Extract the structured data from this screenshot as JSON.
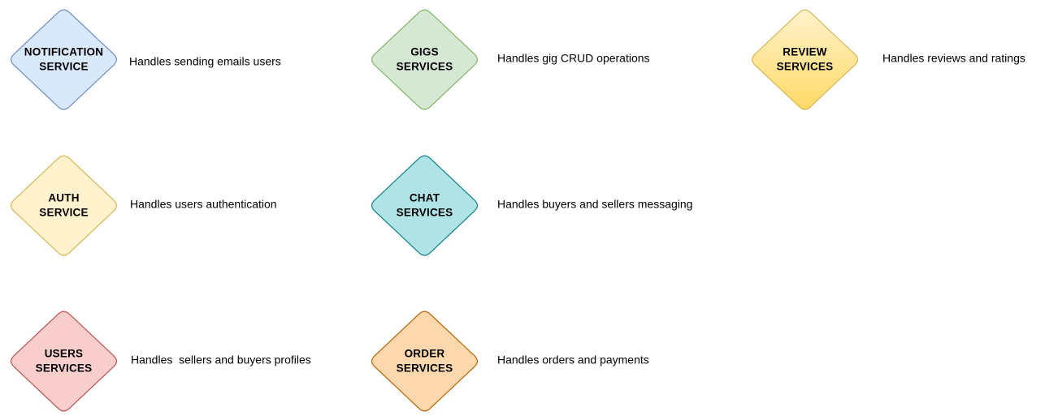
{
  "services": [
    {
      "id": "notification",
      "line1": "NOTIFICATION",
      "line2": "SERVICE",
      "description": "Handles sending emails users",
      "fill": "#dae8fc",
      "stroke": "#6c8ebf"
    },
    {
      "id": "gigs",
      "line1": "GIGS",
      "line2": "SERVICES",
      "description": "Handles gig CRUD operations",
      "fill": "#d5e8d4",
      "stroke": "#82b366"
    },
    {
      "id": "review",
      "line1": "REVIEW",
      "line2": "SERVICES",
      "description": "Handles reviews and ratings",
      "fill": "#fff2cc",
      "fill_end": "#ffd966",
      "stroke": "#d6b656"
    },
    {
      "id": "auth",
      "line1": "AUTH",
      "line2": "SERVICE",
      "description": "Handles users authentication",
      "fill": "#fff2cc",
      "stroke": "#d6b656"
    },
    {
      "id": "chat",
      "line1": "CHAT",
      "line2": "SERVICES",
      "description": "Handles buyers and sellers messaging",
      "fill": "#b0e3e6",
      "stroke": "#0e8088"
    },
    {
      "id": "users",
      "line1": "USERS",
      "line2": "SERVICES",
      "description": "Handles  sellers and buyers profiles",
      "fill": "#f8cecc",
      "stroke": "#b85450"
    },
    {
      "id": "order",
      "line1": "ORDER",
      "line2": "SERVICES",
      "description": "Handles orders and payments",
      "fill": "#fad7ac",
      "stroke": "#b46504"
    }
  ]
}
